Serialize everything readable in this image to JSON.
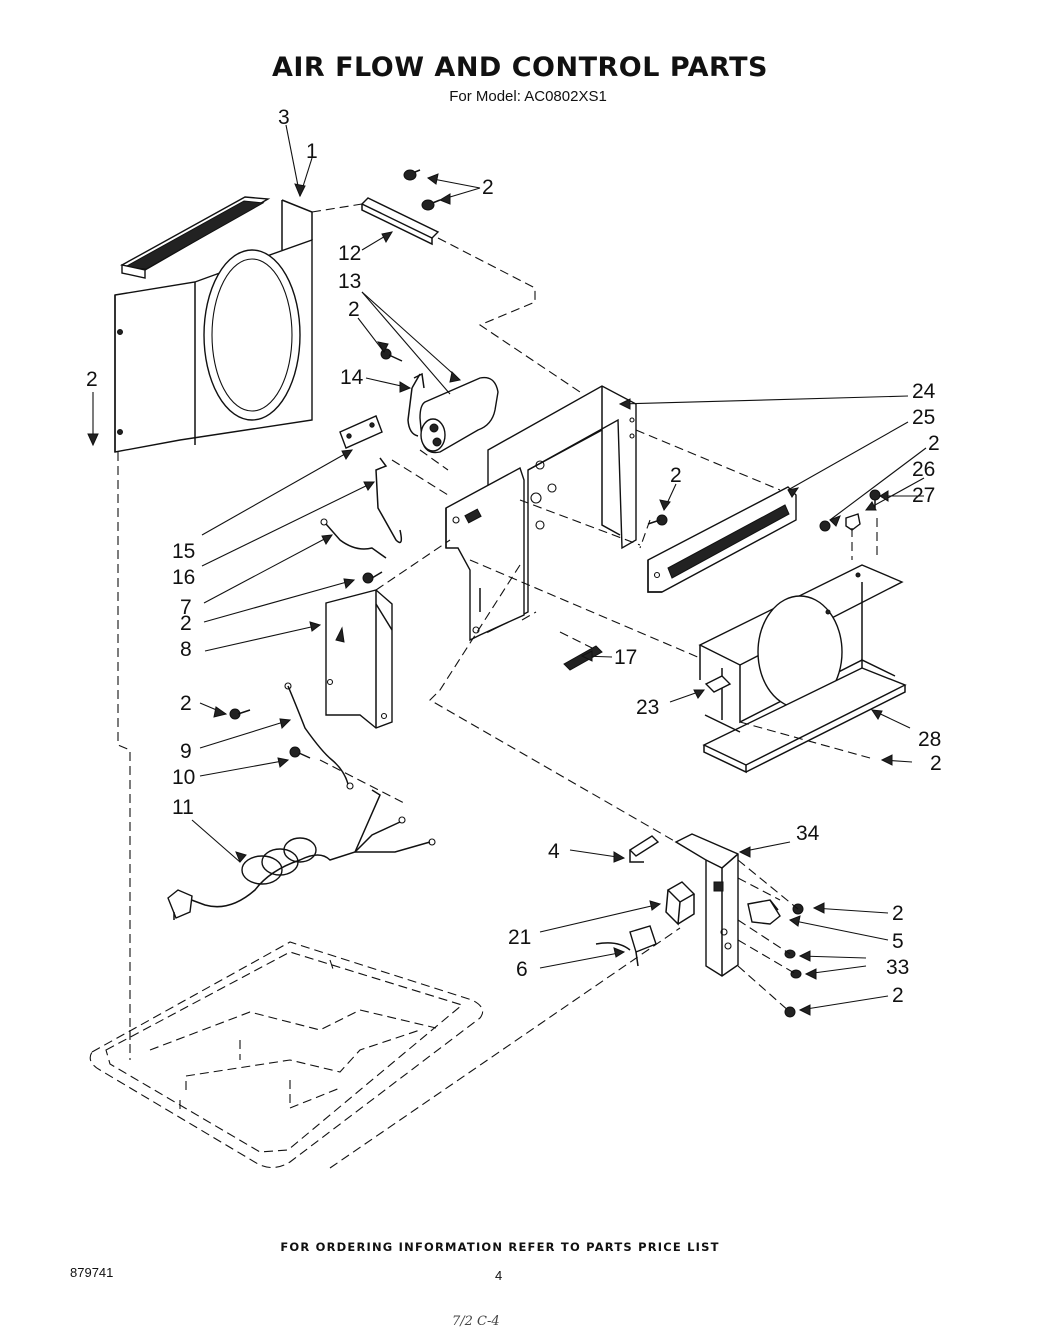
{
  "header": {
    "title": "AIR FLOW AND CONTROL PARTS",
    "subtitle": "For Model: AC0802XS1"
  },
  "callouts": [
    {
      "id": "c3",
      "text": "3"
    },
    {
      "id": "c1",
      "text": "1"
    },
    {
      "id": "c2a",
      "text": "2"
    },
    {
      "id": "c12",
      "text": "12"
    },
    {
      "id": "c13",
      "text": "13"
    },
    {
      "id": "c2b",
      "text": "2"
    },
    {
      "id": "c14",
      "text": "14"
    },
    {
      "id": "c2c",
      "text": "2"
    },
    {
      "id": "c24",
      "text": "24"
    },
    {
      "id": "c25",
      "text": "25"
    },
    {
      "id": "c2d",
      "text": "2"
    },
    {
      "id": "c26",
      "text": "26"
    },
    {
      "id": "c27",
      "text": "27"
    },
    {
      "id": "c2e",
      "text": "2"
    },
    {
      "id": "c15",
      "text": "15"
    },
    {
      "id": "c16",
      "text": "16"
    },
    {
      "id": "c7",
      "text": "7"
    },
    {
      "id": "c2f",
      "text": "2"
    },
    {
      "id": "c8",
      "text": "8"
    },
    {
      "id": "c17",
      "text": "17"
    },
    {
      "id": "c2g",
      "text": "2"
    },
    {
      "id": "c23",
      "text": "23"
    },
    {
      "id": "c28",
      "text": "28"
    },
    {
      "id": "c2h",
      "text": "2"
    },
    {
      "id": "c9",
      "text": "9"
    },
    {
      "id": "c10",
      "text": "10"
    },
    {
      "id": "c11",
      "text": "11"
    },
    {
      "id": "c34",
      "text": "34"
    },
    {
      "id": "c4",
      "text": "4"
    },
    {
      "id": "c2i",
      "text": "2"
    },
    {
      "id": "c21",
      "text": "21"
    },
    {
      "id": "c5",
      "text": "5"
    },
    {
      "id": "c6",
      "text": "6"
    },
    {
      "id": "c33",
      "text": "33"
    },
    {
      "id": "c2j",
      "text": "2"
    }
  ],
  "footer": {
    "note": "FOR ORDERING INFORMATION REFER TO PARTS PRICE LIST",
    "doc_number": "879741",
    "page_number": "4",
    "handwritten": "7/2 C-4"
  }
}
